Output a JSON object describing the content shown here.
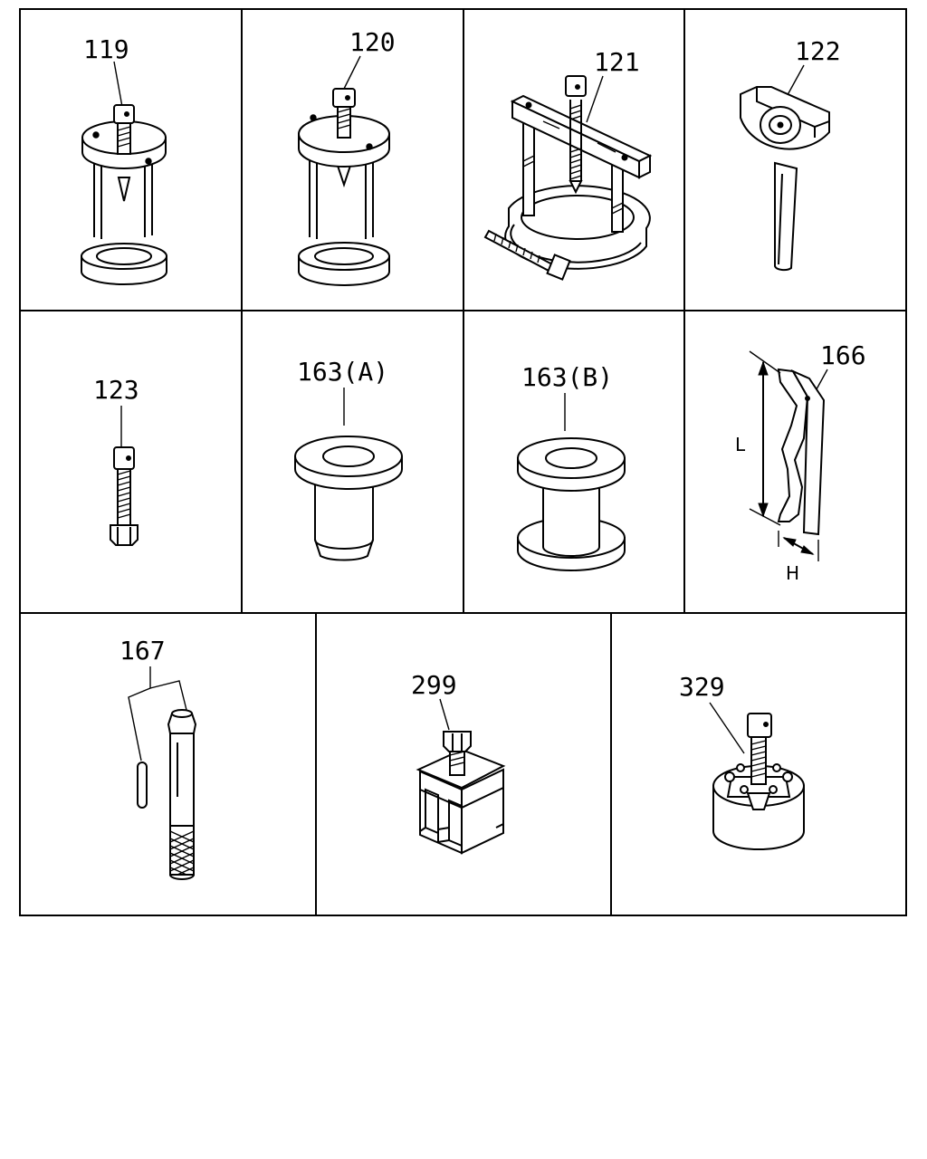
{
  "parts": [
    {
      "label": "119",
      "icon": "spring-compressor-tool-icon"
    },
    {
      "label": "120",
      "icon": "spring-compressor-tool-icon"
    },
    {
      "label": "121",
      "icon": "puller-with-clamp-ring-icon"
    },
    {
      "label": "122",
      "icon": "holder-wrench-icon"
    },
    {
      "label": "123",
      "icon": "bolt-with-nut-icon"
    },
    {
      "label": "163(A)",
      "icon": "flanged-installer-icon"
    },
    {
      "label": "163(B)",
      "icon": "double-flange-installer-icon"
    },
    {
      "label": "166",
      "icon": "gauge-plate-icon"
    },
    {
      "label": "167",
      "icon": "pin-and-drift-icon"
    },
    {
      "label": "299",
      "icon": "bridge-puller-icon"
    },
    {
      "label": "329",
      "icon": "cylindrical-puller-icon"
    }
  ],
  "dimensions": {
    "length": "L",
    "height": "H"
  }
}
